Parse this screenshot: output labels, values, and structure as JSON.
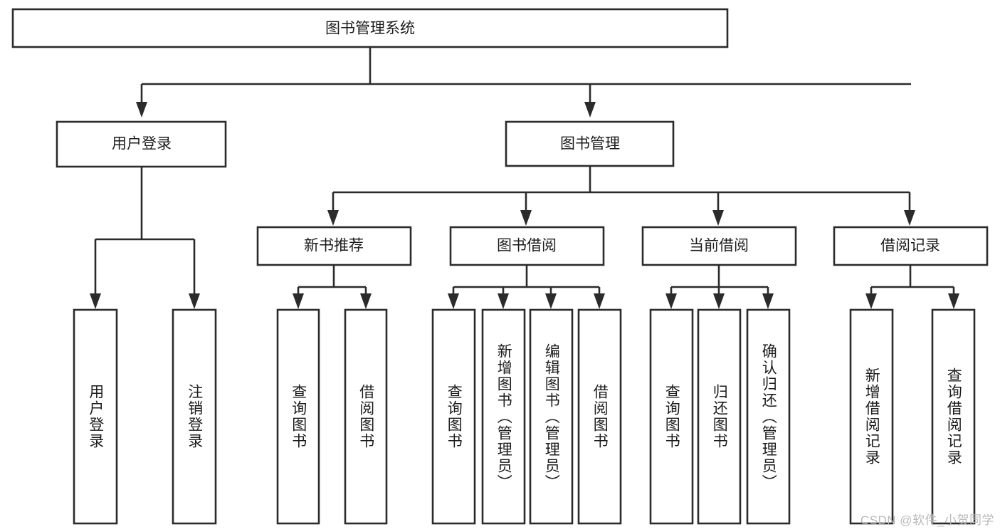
{
  "diagram": {
    "type": "tree-hierarchy",
    "title": "图书管理系统",
    "root": {
      "id": "root",
      "label": "图书管理系统",
      "orientation": "horizontal"
    },
    "level2": [
      {
        "id": "user-login",
        "label": "用户登录",
        "orientation": "horizontal"
      },
      {
        "id": "book-management",
        "label": "图书管理",
        "orientation": "horizontal"
      }
    ],
    "level3": [
      {
        "id": "new-book-recommend",
        "label": "新书推荐",
        "orientation": "horizontal",
        "parent": "book-management"
      },
      {
        "id": "book-borrow",
        "label": "图书借阅",
        "orientation": "horizontal",
        "parent": "book-management"
      },
      {
        "id": "current-borrow",
        "label": "当前借阅",
        "orientation": "horizontal",
        "parent": "book-management"
      },
      {
        "id": "borrow-record",
        "label": "借阅记录",
        "orientation": "horizontal",
        "parent": "book-management"
      }
    ],
    "leaves": [
      {
        "id": "leaf-user-login",
        "label": "用户登录",
        "orientation": "vertical",
        "parent": "user-login"
      },
      {
        "id": "leaf-logout-login",
        "label": "注销登录",
        "orientation": "vertical",
        "parent": "user-login"
      },
      {
        "id": "leaf-query-book-1",
        "label": "查询图书",
        "orientation": "vertical",
        "parent": "new-book-recommend"
      },
      {
        "id": "leaf-borrow-book-1",
        "label": "借阅图书",
        "orientation": "vertical",
        "parent": "new-book-recommend"
      },
      {
        "id": "leaf-query-book-2",
        "label": "查询图书",
        "orientation": "vertical",
        "parent": "book-borrow"
      },
      {
        "id": "leaf-add-book",
        "label": "新增图书（管理员）",
        "orientation": "vertical",
        "parent": "book-borrow"
      },
      {
        "id": "leaf-edit-book",
        "label": "编辑图书（管理员）",
        "orientation": "vertical",
        "parent": "book-borrow"
      },
      {
        "id": "leaf-borrow-book-2",
        "label": "借阅图书",
        "orientation": "vertical",
        "parent": "book-borrow"
      },
      {
        "id": "leaf-query-book-3",
        "label": "查询图书",
        "orientation": "vertical",
        "parent": "current-borrow"
      },
      {
        "id": "leaf-return-book",
        "label": "归还图书",
        "orientation": "vertical",
        "parent": "current-borrow"
      },
      {
        "id": "leaf-confirm-return",
        "label": "确认归还（管理员）",
        "orientation": "vertical",
        "parent": "current-borrow"
      },
      {
        "id": "leaf-add-record",
        "label": "新增借阅记录",
        "orientation": "vertical",
        "parent": "borrow-record"
      },
      {
        "id": "leaf-query-record",
        "label": "查询借阅记录",
        "orientation": "vertical",
        "parent": "borrow-record"
      }
    ]
  },
  "watermark": {
    "text": "CSDN @软件_小贺同学"
  },
  "colors": {
    "stroke": "#2b2b2b",
    "box_fill": "#ffffff",
    "text": "#1c1c1c",
    "background": "#ffffff",
    "watermark": "#b9b9b9"
  }
}
